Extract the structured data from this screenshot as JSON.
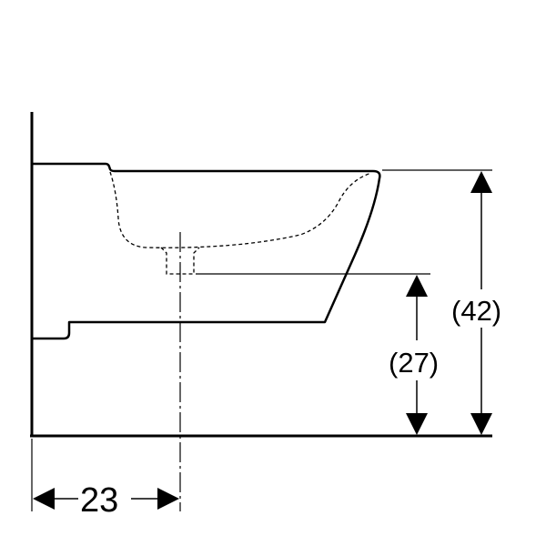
{
  "dimensions": {
    "overall_height": "(42)",
    "outlet_height": "(27)",
    "outlet_distance_from_wall": "23"
  },
  "colors": {
    "line": "#000000",
    "background": "#ffffff"
  }
}
